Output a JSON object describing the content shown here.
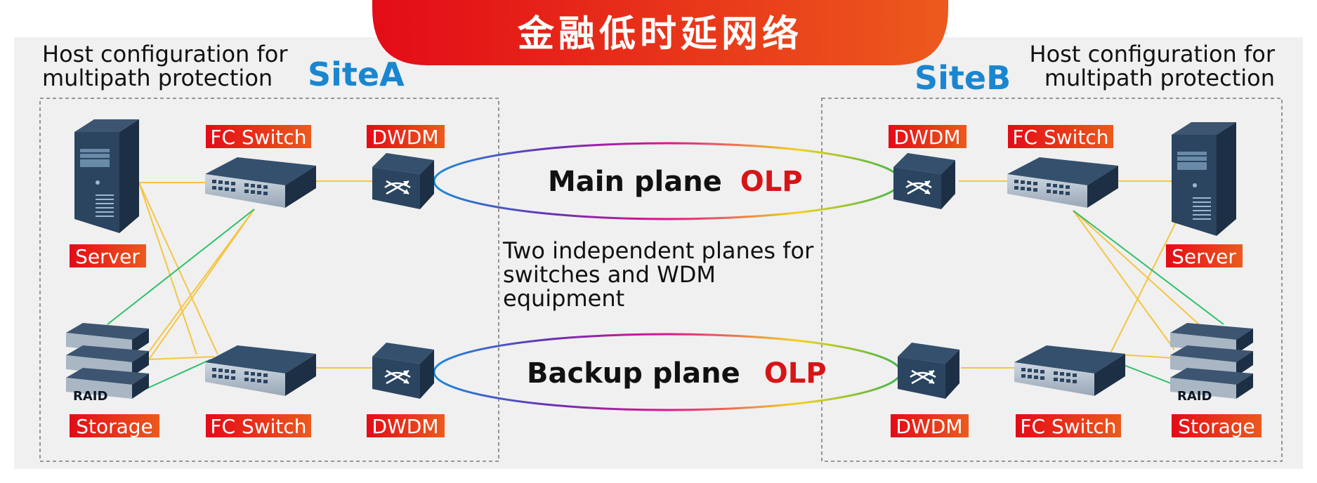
{
  "title": "金融低时延网络",
  "site_a": {
    "name": "SiteA",
    "host_note": [
      "Host configuration for",
      "multipath protection"
    ],
    "labels": {
      "server": "Server",
      "storage": "Storage",
      "fc_switch_top": "FC Switch",
      "fc_switch_bottom": "FC Switch",
      "dwdm_top": "DWDM",
      "dwdm_bottom": "DWDM"
    }
  },
  "site_b": {
    "name": "SiteB",
    "host_note": [
      "Host configuration for",
      "multipath protection"
    ],
    "labels": {
      "server": "Server",
      "storage": "Storage",
      "fc_switch_top": "FC Switch",
      "fc_switch_bottom": "FC Switch",
      "dwdm_top": "DWDM",
      "dwdm_bottom": "DWDM"
    }
  },
  "raid_label": "RAID",
  "main_plane": {
    "text": "Main plane",
    "olp": "OLP"
  },
  "backup_plane": {
    "text": "Backup plane",
    "olp": "OLP"
  },
  "planes_note": [
    "Two independent planes for",
    "switches and WDM",
    "equipment"
  ],
  "colors": {
    "title_gradient": [
      "#e30b17",
      "#ec5a1d"
    ],
    "label_gradient": [
      "#e30b17",
      "#ec5a1d"
    ],
    "site_text": "#1a86cf",
    "olp_text": "#d61518",
    "panel_background": "#f0f0f0",
    "link_yellow": "#f5c542",
    "link_green": "#2cc06a"
  }
}
